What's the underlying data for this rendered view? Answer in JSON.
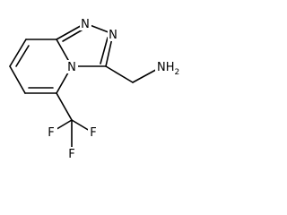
{
  "molecule": {
    "atoms": {
      "n1": "N",
      "n2": "N",
      "n4": "N",
      "amine": "NH",
      "amine_subscript": "2",
      "f_left": "F",
      "f_right": "F",
      "f_bottom": "F"
    }
  }
}
